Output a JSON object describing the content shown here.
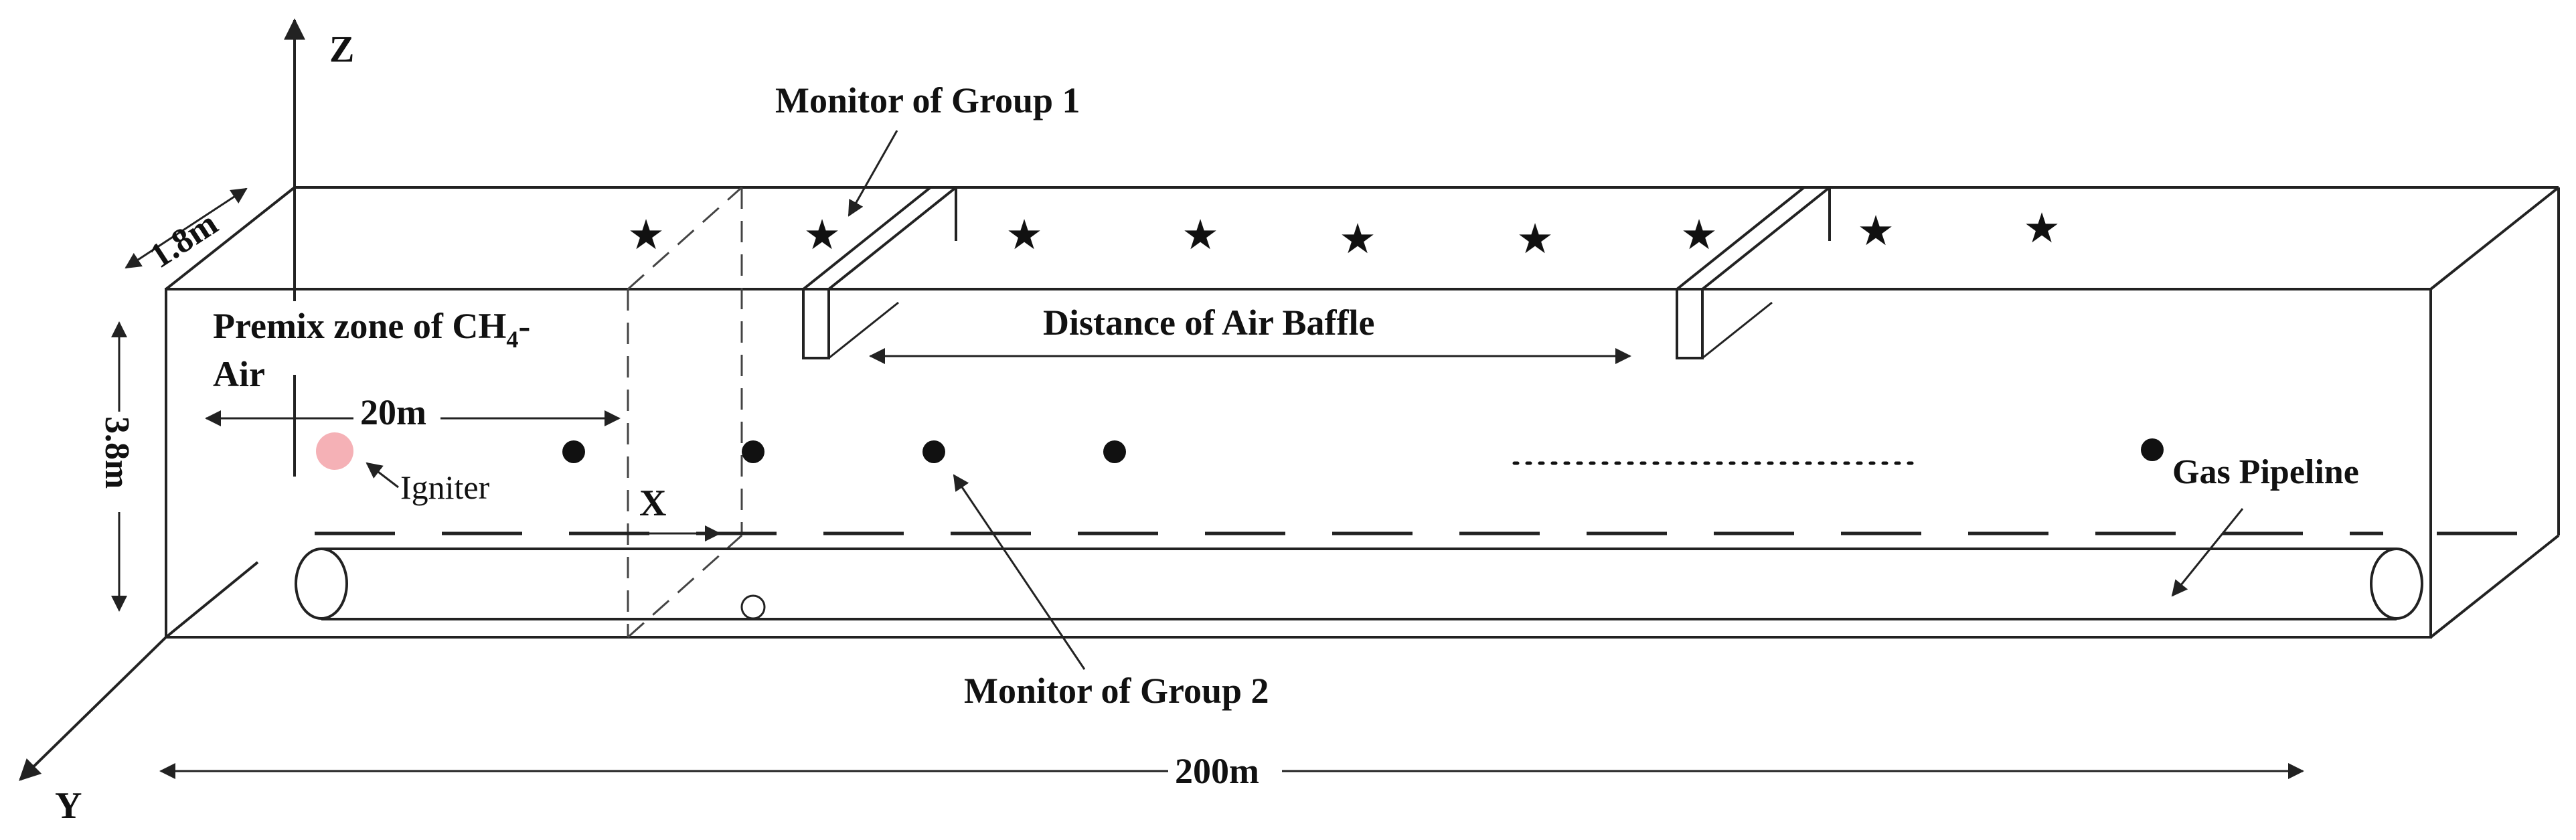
{
  "axes": {
    "x": "X",
    "y": "Y",
    "z": "Z"
  },
  "dimensions": {
    "width": "1.8m",
    "height": "3.8m",
    "length": "200m",
    "premix_length": "20m"
  },
  "labels": {
    "premix_line1": "Premix zone of CH",
    "premix_sub": "4",
    "premix_dash": "-",
    "premix_line2": "Air",
    "igniter": "Igniter",
    "monitor_group1": "Monitor of Group 1",
    "monitor_group2": "Monitor of Group 2",
    "baffle_distance": "Distance of Air Baffle",
    "gas_pipeline": "Gas Pipeline"
  },
  "colors": {
    "igniter": "#f4a8ae",
    "line": "#222222"
  }
}
